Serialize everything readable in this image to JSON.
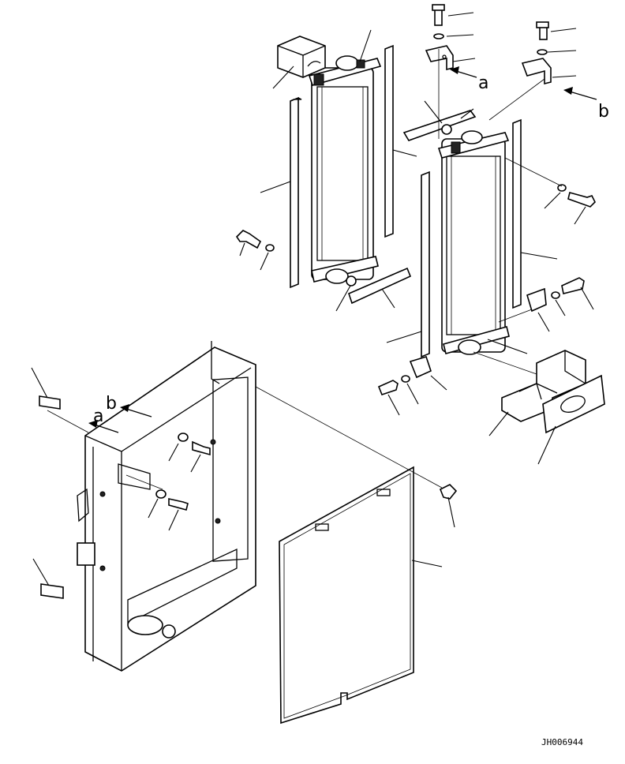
{
  "labels": {
    "arrow_a": "a",
    "arrow_b": "b"
  },
  "drawing_code": "JH006944"
}
